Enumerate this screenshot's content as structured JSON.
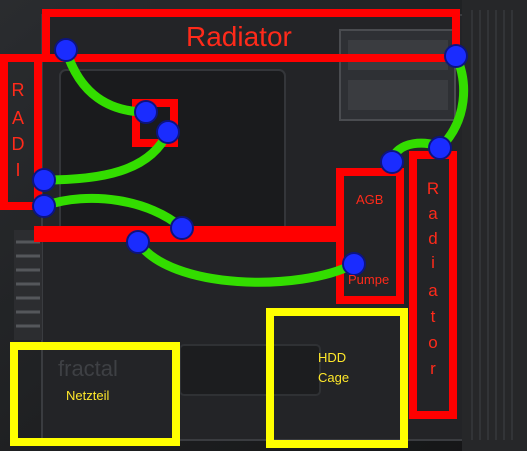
{
  "labels": {
    "radiator_top": "Radiator",
    "radiator_left_letters": [
      "R",
      "A",
      "D",
      "I"
    ],
    "radiator_right_letters": [
      "R",
      "a",
      "d",
      "i",
      "a",
      "t",
      "o",
      "r"
    ],
    "agb": "AGB",
    "pumpe": "Pumpe",
    "hdd_line1": "HDD",
    "hdd_line2": "Cage",
    "netzteil": "Netzteil",
    "case_logo": "fractal"
  },
  "colors": {
    "component_outline": "#ff0000",
    "zone_outline": "#ffff00",
    "tube": "#33dd00",
    "fitting": "#1a2cff",
    "label_red": "#ff2a1a",
    "label_yellow": "#ffe82a"
  }
}
